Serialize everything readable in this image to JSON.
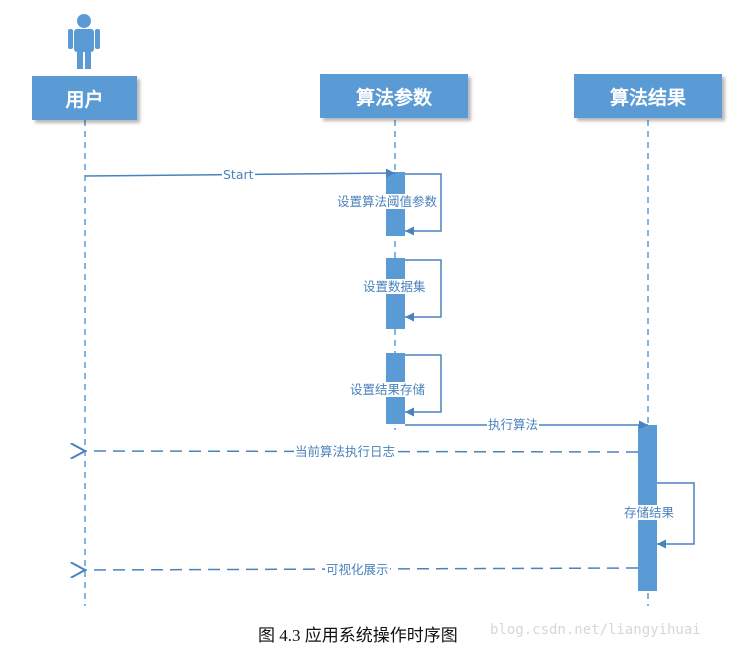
{
  "participants": [
    {
      "id": "user",
      "label": "用户"
    },
    {
      "id": "params",
      "label": "算法参数"
    },
    {
      "id": "results",
      "label": "算法结果"
    }
  ],
  "messages": [
    {
      "label": "Start",
      "from": "user",
      "to": "params",
      "kind": "sync"
    },
    {
      "label": "设置算法阈值参数",
      "from": "params",
      "to": "params",
      "kind": "self"
    },
    {
      "label": "设置数据集",
      "from": "params",
      "to": "params",
      "kind": "self"
    },
    {
      "label": "设置结果存储",
      "from": "params",
      "to": "params",
      "kind": "self"
    },
    {
      "label": "执行算法",
      "from": "params",
      "to": "results",
      "kind": "sync"
    },
    {
      "label": "当前算法执行日志",
      "from": "results",
      "to": "user",
      "kind": "return"
    },
    {
      "label": "存储结果",
      "from": "results",
      "to": "results",
      "kind": "self"
    },
    {
      "label": "可视化展示",
      "from": "results",
      "to": "user",
      "kind": "return"
    }
  ],
  "caption": "图 4.3  应用系统操作时序图",
  "watermark": "blog.csdn.net/liangyihuai",
  "colors": {
    "accent": "#5b9bd5",
    "line": "#4a82bd",
    "text": "#4a82bd"
  },
  "icons": {
    "actor": "person-icon"
  }
}
